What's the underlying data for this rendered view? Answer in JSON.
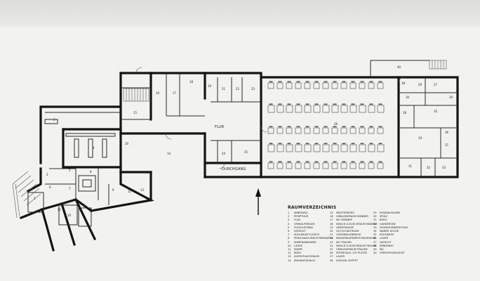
{
  "plan": {
    "labels": {
      "corridor": "FLUR",
      "passage": "DURCHGANG",
      "rooms": [
        "1",
        "2",
        "3",
        "4",
        "5",
        "6",
        "7",
        "8",
        "9",
        "10",
        "11",
        "12",
        "13",
        "14",
        "15",
        "16",
        "17",
        "18",
        "19",
        "20",
        "21",
        "22",
        "23",
        "24",
        "25",
        "26",
        "27",
        "28",
        "29",
        "30",
        "31",
        "32",
        "33",
        "34",
        "35",
        "36",
        "37",
        "38",
        "39",
        "40"
      ]
    }
  },
  "legend": {
    "title": "RAUMVERZEICHNIS",
    "entries": [
      {
        "num": "1",
        "text": "WINDFANG"
      },
      {
        "num": "2",
        "text": "PERIPTHUR"
      },
      {
        "num": "3",
        "text": "FLUR"
      },
      {
        "num": "4",
        "text": "VERKAUFSRAUM"
      },
      {
        "num": "5",
        "text": "FLEISCHSTAND"
      },
      {
        "num": "6",
        "text": "LEERGUT"
      },
      {
        "num": "7",
        "text": "KÜHLRAUM FLEISCH"
      },
      {
        "num": "8",
        "text": "PERSONALR-INDUSTRIEWAREN"
      },
      {
        "num": "9",
        "text": "WARENANNAHME"
      },
      {
        "num": "10",
        "text": "LAGER"
      },
      {
        "num": "11",
        "text": "RAMPE"
      },
      {
        "num": "12",
        "text": "BÜRO"
      },
      {
        "num": "13",
        "text": "AUFENTHALTSRAUM"
      },
      {
        "num": "14",
        "text": "EINGANGSHALLE"
      },
      {
        "num": "15",
        "text": "MEISTERBÜRO"
      },
      {
        "num": "16",
        "text": "UMKLEIDERAUM MÄNNER"
      },
      {
        "num": "17",
        "text": "WC MÄNNER"
      },
      {
        "num": "18",
        "text": "WASCH-U.DUSCHRAUM MÄNNER"
      },
      {
        "num": "19",
        "text": "GERÄTERAUM"
      },
      {
        "num": "20",
        "text": "GST-SCHALTRAUM"
      },
      {
        "num": "21",
        "text": "CHEMIKALIENRAUM"
      },
      {
        "num": "22",
        "text": "WASSERAUFBEREITUNGSRAUM"
      },
      {
        "num": "23",
        "text": "WC FRAUEN"
      },
      {
        "num": "24",
        "text": "WASCH-U.DUSCHRAUM FRAUEN"
      },
      {
        "num": "25",
        "text": "UMKLEIDERAUM FRAUEN"
      },
      {
        "num": "26",
        "text": "SPEISESAAL 170 PLÄTZE"
      },
      {
        "num": "27",
        "text": "LAGER"
      },
      {
        "num": "28",
        "text": "AUSGAB. BUFFET"
      },
      {
        "num": "29",
        "text": "ESSENAUSGABE"
      },
      {
        "num": "30",
        "text": "SPÜLE"
      },
      {
        "num": "31",
        "text": "BÜRO"
      },
      {
        "num": "32",
        "text": "GARDEROBE"
      },
      {
        "num": "33",
        "text": "ESSENVORBEREITUNG"
      },
      {
        "num": "34",
        "text": "WARME KÜCHE"
      },
      {
        "num": "35",
        "text": "KÜHLRAUM"
      },
      {
        "num": "36",
        "text": "LAGER"
      },
      {
        "num": "37",
        "text": "LEERGUT"
      },
      {
        "num": "38",
        "text": "WINDFANG"
      },
      {
        "num": "39",
        "text": "WC"
      },
      {
        "num": "40",
        "text": "VERSORGUNGSHOF"
      }
    ]
  },
  "north_arrow": {
    "icon": "north-arrow-icon"
  }
}
